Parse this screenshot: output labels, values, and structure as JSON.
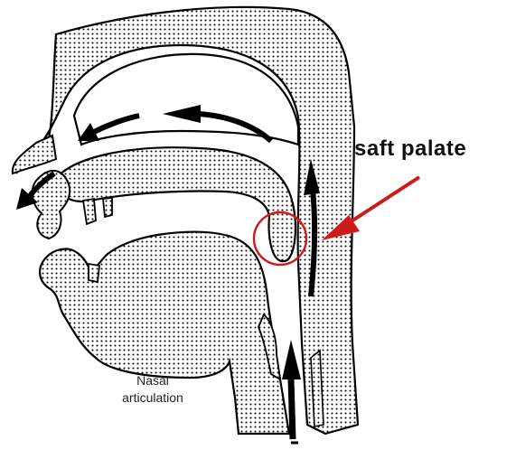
{
  "label_soft_palate": "saft palate",
  "caption_line1": "Nasal",
  "caption_line2": "articulation",
  "colors": {
    "highlight_red": "#cc1b1b",
    "ink": "#111111"
  }
}
